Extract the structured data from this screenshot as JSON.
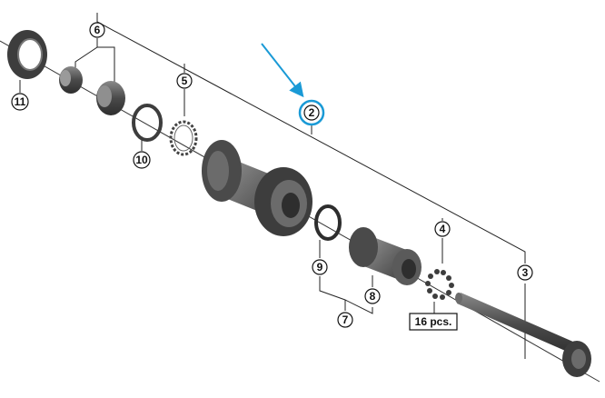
{
  "diagram": {
    "callouts": {
      "c2": "2",
      "c3": "3",
      "c4": "4",
      "c5": "5",
      "c6": "6",
      "c7": "7",
      "c8": "8",
      "c9": "9",
      "c10": "10",
      "c11": "11"
    },
    "quantity_note": "16 pcs.",
    "colors": {
      "highlight": "#1a9ad6",
      "part_dark": "#3d3d3d",
      "part_mid": "#6b6b6b",
      "part_light": "#9a9a9a",
      "leader_line": "#222222"
    },
    "highlighted_callout": "2"
  }
}
